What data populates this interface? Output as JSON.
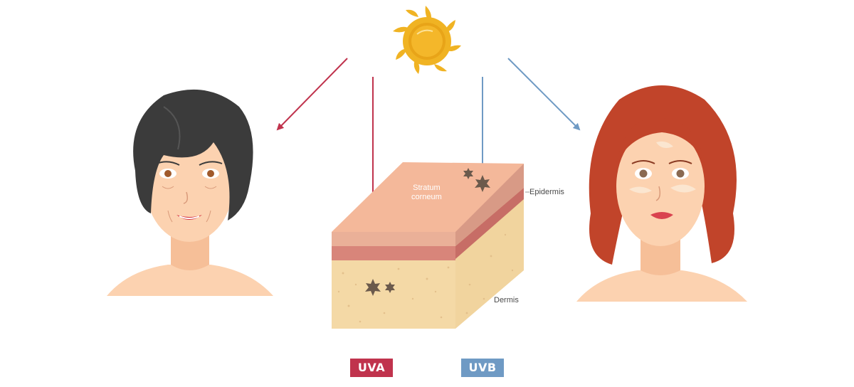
{
  "labels": {
    "stratum_line1": "Stratum",
    "stratum_line2": "corneum",
    "epidermis": "Epidermis",
    "dermis": "Dermis"
  },
  "legend": {
    "uva": "UVA",
    "uvb": "UVB"
  },
  "colors": {
    "uva": "#c0334d",
    "uvb": "#6f9ac4",
    "sun": "#f0b323",
    "skin": "#fcd2b0",
    "dermis": "#f4d9a6",
    "epidermis": "#d8857a",
    "stratum": "#f4b89a"
  }
}
